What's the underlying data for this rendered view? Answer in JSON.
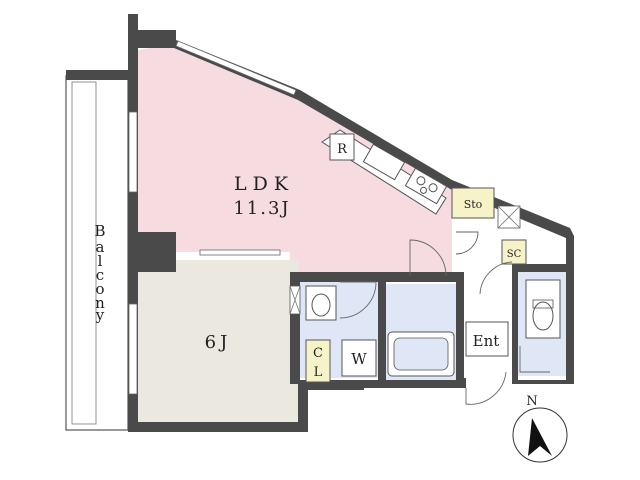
{
  "rooms": {
    "ldk_name": "LDK",
    "ldk_size": "11.3J",
    "bedroom_size": "6J",
    "closet": "CL",
    "washer": "W",
    "entrance": "Ent",
    "storage": "Sto",
    "shoe_closet": "SC",
    "refrigerator": "R",
    "balcony": [
      "B",
      "a",
      "l",
      "c",
      "o",
      "n",
      "y"
    ]
  },
  "compass": {
    "north": "N"
  },
  "colors": {
    "ldk": "#f6dbe1",
    "bedroom": "#ebe8df",
    "wet": "#dfe6f6",
    "wall": "#4a4a4a",
    "label_box": "#f7f3c8"
  }
}
